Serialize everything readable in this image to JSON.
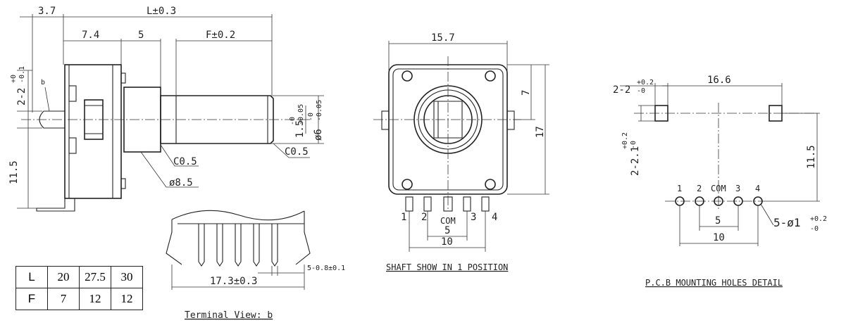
{
  "side_view": {
    "dim_3_7": "3.7",
    "dim_L": "L±0.3",
    "dim_7_4": "7.4",
    "dim_5": "5",
    "dim_F": "F±0.2",
    "dim_2_2": "2-2",
    "dim_2_2_tol_top": "+0",
    "dim_2_2_tol_bot": "-0.1",
    "dim_b": "b",
    "dim_11_5": "11.5",
    "dim_1_5": "1.5",
    "dim_1_5_tol_top": "-0",
    "dim_1_5_tol_bot": "-0.05",
    "dim_6": "ø6",
    "dim_6_tol_top": "-0",
    "dim_6_tol_bot": "-0.05",
    "dim_c05_a": "C0.5",
    "dim_c05_b": "C0.5",
    "dim_8_5": "ø8.5"
  },
  "terminal_view": {
    "dim_pins": "5-0.8±0.1",
    "dim_width": "17.3±0.3",
    "caption": "Terminal View: b"
  },
  "table": {
    "rows": [
      {
        "head": "L",
        "c1": "20",
        "c2": "27.5",
        "c3": "30"
      },
      {
        "head": "F",
        "c1": "7",
        "c2": "12",
        "c3": "12"
      }
    ]
  },
  "front_view": {
    "dim_width": "15.7",
    "dim_7": "7",
    "dim_17": "17",
    "pin1": "1",
    "pin2": "2",
    "pin_com": "COM",
    "pin3": "3",
    "pin4": "4",
    "dim_5": "5",
    "dim_10": "10",
    "caption": "SHAFT SHOW IN 1 POSITION"
  },
  "pcb_view": {
    "dim_2_2": "2-2",
    "dim_2_2_tol_top": "+0.2",
    "dim_2_2_tol_bot": "-0",
    "dim_16_6": "16.6",
    "dim_2_2_1": "2-2.1",
    "dim_2_2_1_tol_top": "+0.2",
    "dim_2_2_1_tol_bot": "-0",
    "dim_11_5": "11.5",
    "pin1": "1",
    "pin2": "2",
    "pin_com": "COM",
    "pin3": "3",
    "pin4": "4",
    "dim_5": "5",
    "dim_10": "10",
    "dim_holes": "5-ø1",
    "dim_holes_tol_top": "+0.2",
    "dim_holes_tol_bot": "-0",
    "caption": "P.C.B MOUNTING HOLES DETAIL"
  }
}
